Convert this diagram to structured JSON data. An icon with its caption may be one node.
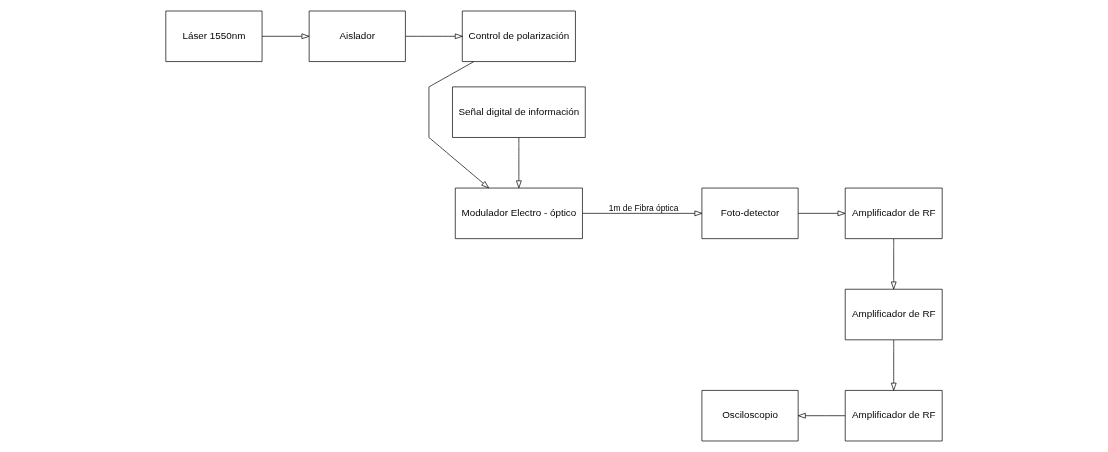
{
  "diagram": {
    "nodes": [
      {
        "text": [
          "Láser 1550nm"
        ]
      },
      {
        "text": [
          "Aislador"
        ]
      },
      {
        "text": [
          "Control de polarización"
        ]
      },
      {
        "text": [
          "Modulador Electro - óptico"
        ]
      },
      {
        "text": [
          "Señal digital de información"
        ]
      },
      {
        "text": [
          "Foto-detector"
        ]
      },
      {
        "text": [
          "Amplificador de RF"
        ]
      },
      {
        "text": [
          "Amplificador de RF"
        ]
      },
      {
        "text": [
          "Amplificador de RF"
        ]
      },
      {
        "text": [
          "Osciloscopio"
        ]
      }
    ],
    "edges": [
      {
        "from": 0,
        "to": 1,
        "arrow": "to"
      },
      {
        "from": 1,
        "to": 2,
        "arrow": "to"
      },
      {
        "from": 2,
        "to": 3,
        "arrow": "to"
      },
      {
        "from": 4,
        "to": 3,
        "arrow": "to"
      },
      {
        "from": 3,
        "to": 5,
        "arrow": "to",
        "label": "1m de Fibra óptica"
      },
      {
        "from": 5,
        "to": 6,
        "arrow": "to"
      },
      {
        "from": 6,
        "to": 7,
        "arrow": "to"
      },
      {
        "from": 7,
        "to": 8,
        "arrow": "to"
      },
      {
        "from": 8,
        "to": 9,
        "arrow": "to"
      }
    ]
  }
}
